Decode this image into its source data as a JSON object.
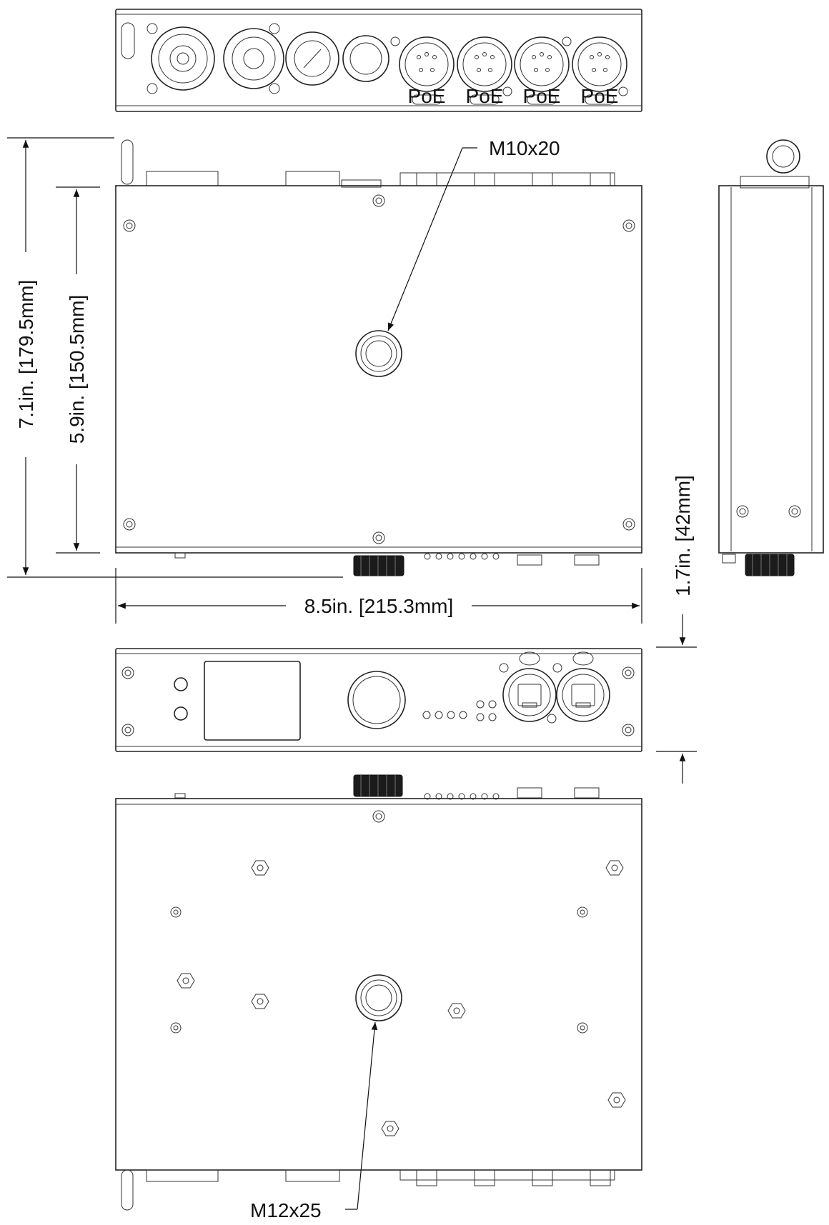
{
  "dimensions": {
    "overall_height": "7.1in. [179.5mm]",
    "body_height": "5.9in. [150.5mm]",
    "width": "8.5in. [215.3mm]",
    "depth": "1.7in. [42mm]"
  },
  "callouts": {
    "top_thread": "M10x20",
    "bottom_thread": "M12x25"
  },
  "connector_labels": {
    "xlr_text": "PoE"
  }
}
